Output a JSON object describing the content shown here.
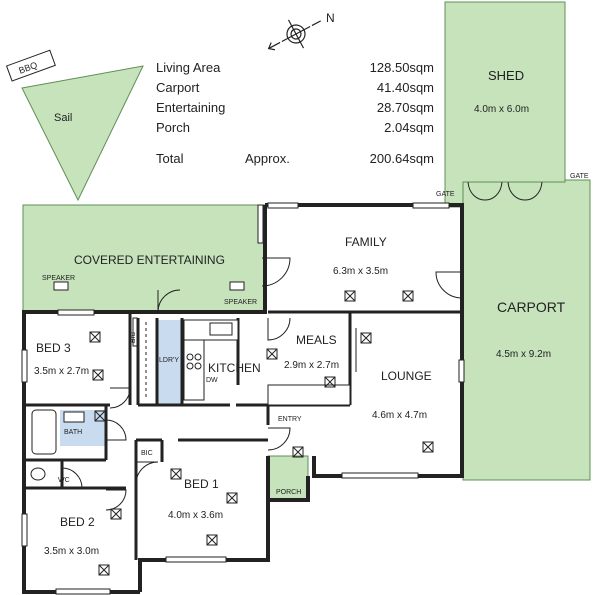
{
  "colors": {
    "outdoor_fill": "#c6e3bc",
    "outdoor_stroke": "#5f8f55",
    "wet_fill": "#c9dcef",
    "wall": "#222222",
    "background": "#ffffff"
  },
  "compass": {
    "north_label": "N"
  },
  "outdoor": {
    "bbq": "BBQ",
    "sail": "Sail",
    "shed": {
      "name": "SHED",
      "dims": "4.0m x 6.0m"
    },
    "carport": {
      "name": "CARPORT",
      "dims": "4.5m x 9.2m"
    },
    "covered_entertaining": "COVERED ENTERTAINING",
    "gate_left": "GATE",
    "gate_right": "GATE",
    "speaker_left": "SPEAKER",
    "speaker_right": "SPEAKER",
    "porch": "PORCH",
    "entry": "ENTRY"
  },
  "areas": {
    "rows": [
      {
        "label": "Living Area",
        "value": "128.50sqm"
      },
      {
        "label": "Carport",
        "value": "41.40sqm"
      },
      {
        "label": "Entertaining",
        "value": "28.70sqm"
      },
      {
        "label": "Porch",
        "value": "2.04sqm"
      }
    ],
    "total": {
      "label": "Total",
      "approx": "Approx.",
      "value": "200.64sqm"
    }
  },
  "rooms": {
    "family": {
      "name": "FAMILY",
      "dims": "6.3m x 3.5m"
    },
    "meals": {
      "name": "MEALS",
      "dims": "2.9m x 2.7m"
    },
    "lounge": {
      "name": "LOUNGE",
      "dims": "4.6m x 4.7m"
    },
    "kitchen": {
      "name": "KITCHEN"
    },
    "dw": "DW",
    "ldry": "LDR'Y",
    "bir": "BIR",
    "bic": "BIC",
    "bath": "BATH",
    "wc": "WC",
    "bed3": {
      "name": "BED 3",
      "dims": "3.5m x 2.7m"
    },
    "bed1": {
      "name": "BED 1",
      "dims": "4.0m x 3.6m"
    },
    "bed2": {
      "name": "BED 2",
      "dims": "3.5m x 3.0m"
    }
  }
}
